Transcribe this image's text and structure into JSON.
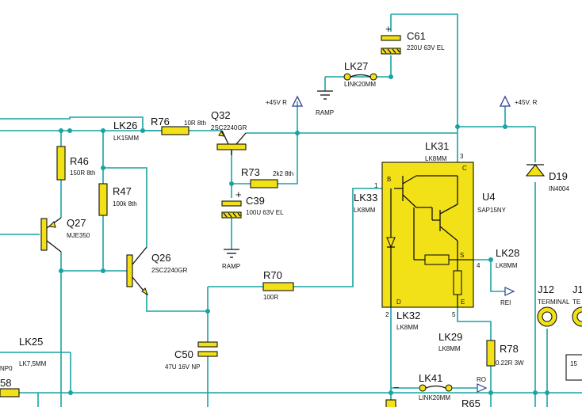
{
  "components": {
    "c61": {
      "ref": "C61",
      "value": "220U 63V EL",
      "plus": "+"
    },
    "lk27": {
      "ref": "LK27",
      "value": "LINK20MM"
    },
    "ramp_top": {
      "label": "RAMP"
    },
    "ramp_mid": {
      "label": "RAMP"
    },
    "rail_45v_left": {
      "label": "+45V R"
    },
    "rail_45v_right": {
      "label": "+45V. R"
    },
    "lk26": {
      "ref": "LK26",
      "value": "LK15MM"
    },
    "r76": {
      "ref": "R76",
      "value": "10R 8th"
    },
    "q32": {
      "ref": "Q32",
      "value": "2SC2240GR"
    },
    "r46": {
      "ref": "R46",
      "value": "150R 8th"
    },
    "r47": {
      "ref": "R47",
      "value": "100k 8th"
    },
    "r73": {
      "ref": "R73",
      "value": "2k2 8th"
    },
    "c39": {
      "ref": "C39",
      "value": "100U 63V EL",
      "plus": "+"
    },
    "q27": {
      "ref": "Q27",
      "value": "MJE350"
    },
    "q26": {
      "ref": "Q26",
      "value": "2SC2240GR"
    },
    "r70": {
      "ref": "R70",
      "value": "100R"
    },
    "c50": {
      "ref": "C50",
      "value": "47U 16V NP"
    },
    "lk25": {
      "ref": "LK25",
      "value": "LK7,5MM"
    },
    "lk_left_partial": {
      "value": "NP0"
    },
    "left_partial_ref": {
      "text": "58"
    },
    "lk31": {
      "ref": "LK31",
      "value": "LK8MM"
    },
    "lk33": {
      "ref": "LK33",
      "value": "LK8MM"
    },
    "u4": {
      "ref": "U4",
      "value": "SAP15NY",
      "pins": {
        "b": "B",
        "c": "C",
        "s": "S",
        "d": "D",
        "e": "E",
        "p1": "1",
        "p2": "2",
        "p3": "3",
        "p4": "4",
        "p5": "5"
      }
    },
    "lk28": {
      "ref": "LK28",
      "value": "LK8MM"
    },
    "rei": {
      "label": "REI"
    },
    "lk32": {
      "ref": "LK32",
      "value": "LK8MM"
    },
    "lk29": {
      "ref": "LK29",
      "value": "LK8MM"
    },
    "r78": {
      "ref": "R78",
      "value": "0.22R 3W"
    },
    "ro": {
      "label": "RO"
    },
    "lk41": {
      "ref": "LK41",
      "value": "LINK20MM"
    },
    "r65": {
      "ref": "R65"
    },
    "d19": {
      "ref": "D19",
      "value": "IN4004"
    },
    "j12": {
      "ref": "J12",
      "value": "TERMINAL"
    },
    "j_partial": {
      "ref": "J1",
      "value": "TE"
    },
    "right_partial": {
      "text": "15"
    },
    "bottom_minus": {
      "text": "−"
    }
  },
  "colors": {
    "wire": "#1aa3a3",
    "part_fill": "#f3e117",
    "rail_symbol": "#2f3f8f"
  }
}
